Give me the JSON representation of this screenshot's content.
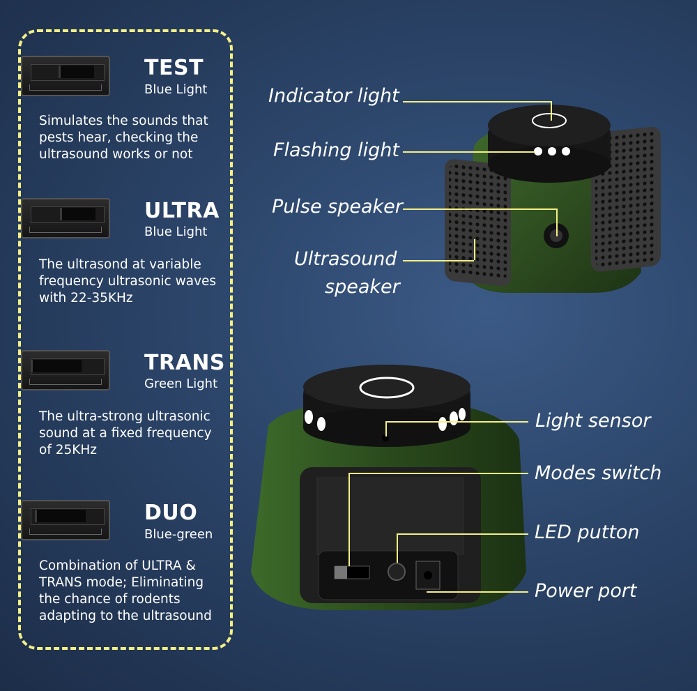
{
  "modes": [
    {
      "title": "TEST",
      "light": "Blue Light",
      "desc": "Simulates the sounds that pests hear, checking the ultrasound works or not"
    },
    {
      "title": "ULTRA",
      "light": "Blue Light",
      "desc": "The ultrasond at variable frequency ultrasonic waves with 22-35KHz"
    },
    {
      "title": "TRANS",
      "light": "Green Light",
      "desc": "The ultra-strong ultrasonic sound at a fixed frequency of 25KHz"
    },
    {
      "title": "DUO",
      "light": "Blue-green",
      "desc": "Combination of ULTRA & TRANS mode; Eliminating the chance of rodents adapting to the ultrasound"
    }
  ],
  "callouts_top": {
    "indicator": "Indicator light",
    "flashing": "Flashing light",
    "pulse": "Pulse speaker",
    "ultrasound_1": "Ultrasound",
    "ultrasound_2": "speaker"
  },
  "callouts_bottom": {
    "light_sensor": "Light sensor",
    "modes_switch": "Modes switch",
    "led_button": "LED putton",
    "power_port": "Power port"
  },
  "colors": {
    "dashed_border": "#f4ef86",
    "device_body": "#2f4d22",
    "device_top": "#1a1a1a"
  }
}
